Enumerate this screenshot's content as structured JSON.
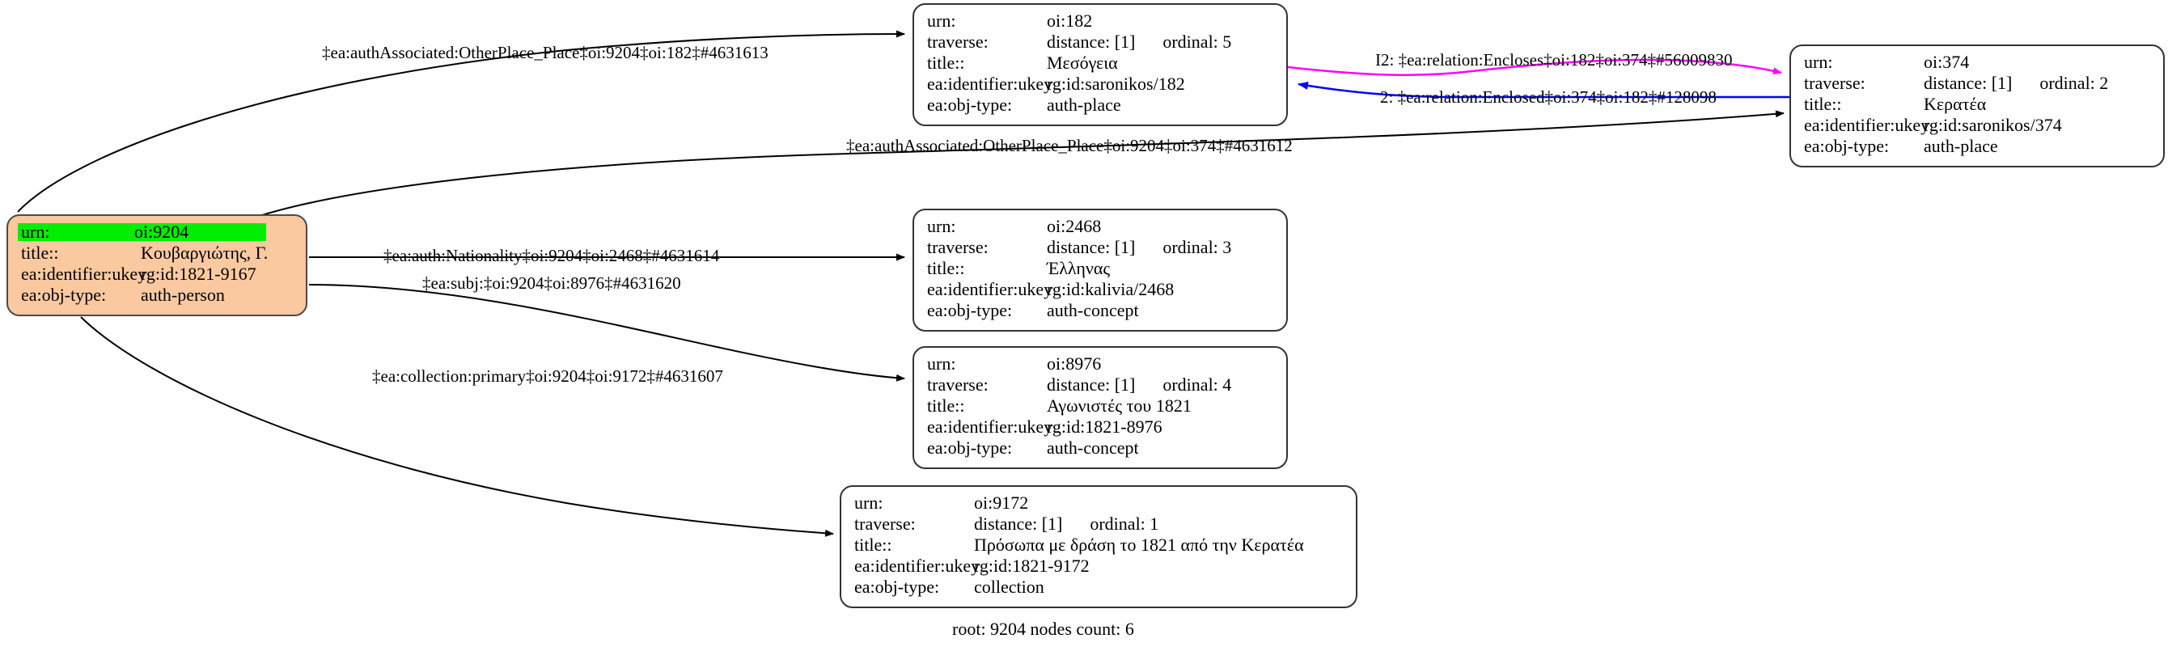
{
  "graph": {
    "footer": "root: 9204 nodes count: 6",
    "field_labels": {
      "urn": "urn:",
      "traverse": "traverse:",
      "title": "title::",
      "ukey": "ea:identifier:ukey",
      "objtype": "ea:obj-type:"
    },
    "colors": {
      "root_fill": "#fac9a0",
      "highlight": "#00ee00",
      "node_border": "#333333",
      "edge_default": "#000000",
      "edge_encloses": "#ff00ff",
      "edge_enclosed": "#0000ff"
    },
    "nodes": [
      {
        "id": "root-9204",
        "urn": "oi:9204",
        "traverse_distance": "",
        "traverse_ordinal": "",
        "title": "Κουβαργιώτης, Γ.",
        "ukey": "rg:id:1821-9167",
        "objtype": "auth-person",
        "highlighted": true
      },
      {
        "id": "node-182",
        "urn": "oi:182",
        "traverse_distance": "distance: [1]",
        "traverse_ordinal": "ordinal: 5",
        "title": "Μεσόγεια",
        "ukey": "rg:id:saronikos/182",
        "objtype": "auth-place",
        "highlighted": false
      },
      {
        "id": "node-374",
        "urn": "oi:374",
        "traverse_distance": "distance: [1]",
        "traverse_ordinal": "ordinal: 2",
        "title": "Κερατέα",
        "ukey": "rg:id:saronikos/374",
        "objtype": "auth-place",
        "highlighted": false
      },
      {
        "id": "node-2468",
        "urn": "oi:2468",
        "traverse_distance": "distance: [1]",
        "traverse_ordinal": "ordinal: 3",
        "title": "Έλληνας",
        "ukey": "rg:id:kalivia/2468",
        "objtype": "auth-concept",
        "highlighted": false
      },
      {
        "id": "node-8976",
        "urn": "oi:8976",
        "traverse_distance": "distance: [1]",
        "traverse_ordinal": "ordinal: 4",
        "title": "Αγωνιστές του 1821",
        "ukey": "rg:id:1821-8976",
        "objtype": "auth-concept",
        "highlighted": false
      },
      {
        "id": "node-9172",
        "urn": "oi:9172",
        "traverse_distance": "distance: [1]",
        "traverse_ordinal": "ordinal: 1",
        "title": "Πρόσωπα με δράση το 1821 από την Κερατέα",
        "ukey": "rg:id:1821-9172",
        "objtype": "collection",
        "highlighted": false
      }
    ],
    "edges": [
      {
        "id": "edge-9204-182",
        "label": "‡ea:authAssociated:OtherPlace_Place‡oi:9204‡oi:182‡#4631613",
        "from": "root-9204",
        "to": "node-182",
        "color": "#000000"
      },
      {
        "id": "edge-9204-374",
        "label": "‡ea:authAssociated:OtherPlace_Place‡oi:9204‡oi:374‡#4631612",
        "from": "root-9204",
        "to": "node-374",
        "color": "#000000"
      },
      {
        "id": "edge-182-374-encloses",
        "label": "I2: ‡ea:relation:Encloses‡oi:182‡oi:374‡#56009830",
        "from": "node-182",
        "to": "node-374",
        "color": "#ff00ff"
      },
      {
        "id": "edge-374-182-enclosed",
        "label": "2: ‡ea:relation:Enclosed‡oi:374‡oi:182‡#128098",
        "from": "node-374",
        "to": "node-182",
        "color": "#0000ff"
      },
      {
        "id": "edge-9204-2468",
        "label": "‡ea:auth:Nationality‡oi:9204‡oi:2468‡#4631614",
        "from": "root-9204",
        "to": "node-2468",
        "color": "#000000"
      },
      {
        "id": "edge-9204-8976",
        "label": "‡ea:subj:‡oi:9204‡oi:8976‡#4631620",
        "from": "root-9204",
        "to": "node-8976",
        "color": "#000000"
      },
      {
        "id": "edge-9204-9172",
        "label": "‡ea:collection:primary‡oi:9204‡oi:9172‡#4631607",
        "from": "root-9204",
        "to": "node-9172",
        "color": "#000000"
      }
    ]
  }
}
